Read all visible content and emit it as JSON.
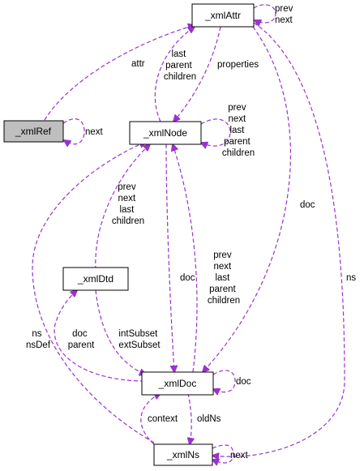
{
  "nodes": {
    "xmlAttr": "_xmlAttr",
    "xmlRef": "_xmlRef",
    "xmlNode": "_xmlNode",
    "xmlDtd": "_xmlDtd",
    "xmlDoc": "_xmlDoc",
    "xmlNs": "_xmlNs"
  },
  "edge_labels": {
    "attr_self": [
      "prev",
      "next"
    ],
    "ref_attr": [
      "attr"
    ],
    "ref_self": [
      "next"
    ],
    "node_attr": [
      "last",
      "parent",
      "children"
    ],
    "attr_node": [
      "properties"
    ],
    "node_self": [
      "prev",
      "next",
      "last",
      "parent",
      "children"
    ],
    "dtd_node": [
      "prev",
      "next",
      "last",
      "children"
    ],
    "attr_doc": [
      "doc"
    ],
    "node_doc": [
      "doc"
    ],
    "doc_node": [
      "prev",
      "next",
      "last",
      "parent",
      "children"
    ],
    "ns_node": [
      "ns",
      "nsDef"
    ],
    "doc_dtd": [
      "doc",
      "parent"
    ],
    "dtd_doc": [
      "intSubset",
      "extSubset"
    ],
    "attr_ns": [
      "ns"
    ],
    "doc_self": [
      "doc"
    ],
    "ns_doc": [
      "context"
    ],
    "doc_ns": [
      "oldNs"
    ],
    "ns_self": [
      "next"
    ]
  },
  "colors": {
    "edge": "#9a32cd",
    "highlighted_node_fill": "#bfbfbf"
  }
}
